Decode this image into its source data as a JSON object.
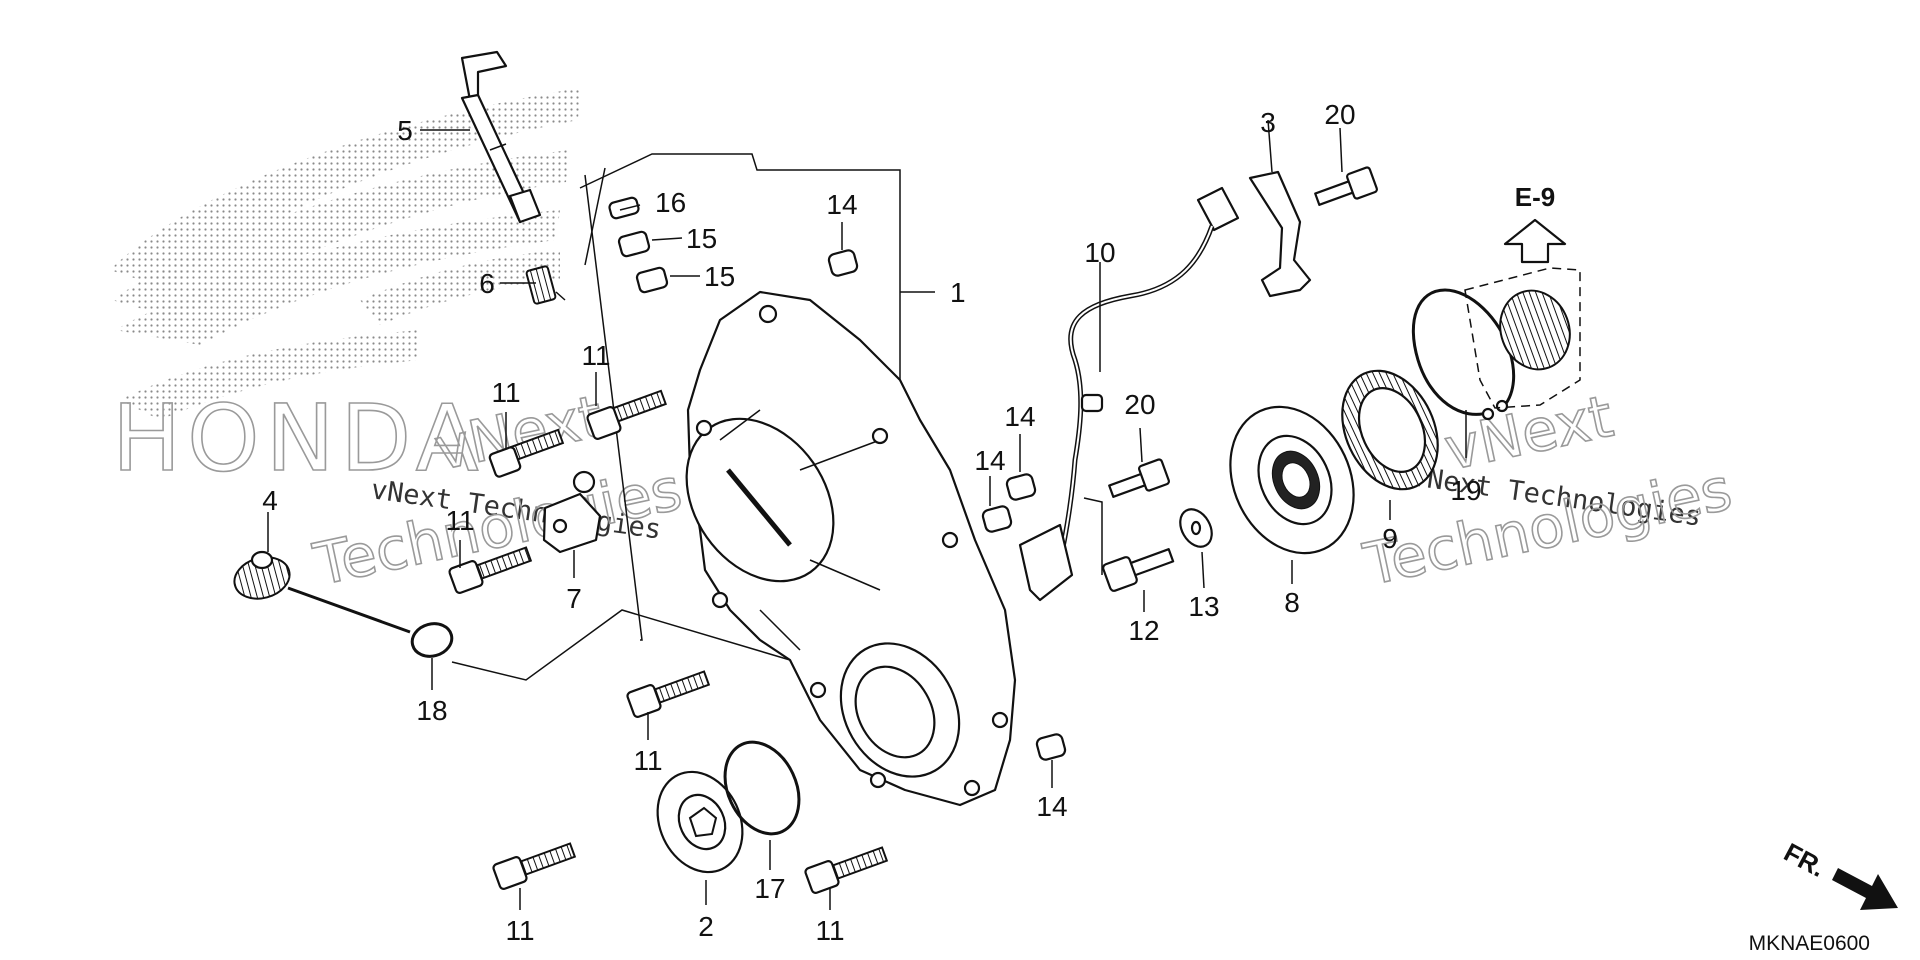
{
  "callouts": {
    "c1": "1",
    "c2": "2",
    "c3": "3",
    "c4": "4",
    "c5": "5",
    "c6": "6",
    "c7": "7",
    "c8": "8",
    "c9": "9",
    "c10": "10",
    "c11a": "11",
    "c11b": "11",
    "c11c": "11",
    "c11d": "11",
    "c11e": "11",
    "c11f": "11",
    "c12": "12",
    "c13": "13",
    "c14a": "14",
    "c14b": "14",
    "c14c": "14",
    "c14d": "14",
    "c15a": "15",
    "c15b": "15",
    "c16": "16",
    "c17": "17",
    "c18": "18",
    "c19": "19",
    "c20a": "20",
    "c20b": "20"
  },
  "reference": {
    "label": "E-9"
  },
  "front_indicator": {
    "label": "FR."
  },
  "diagram_code": "MKNAE0600",
  "watermarks": {
    "brand_outline": "HONDA",
    "text_left_1": "vNext Technologies",
    "text_left_2": "vNext",
    "text_left_3": "Technologies",
    "text_right_1": "vNext Technologies",
    "text_right_2": "vNext",
    "text_right_3": "Technologies"
  }
}
